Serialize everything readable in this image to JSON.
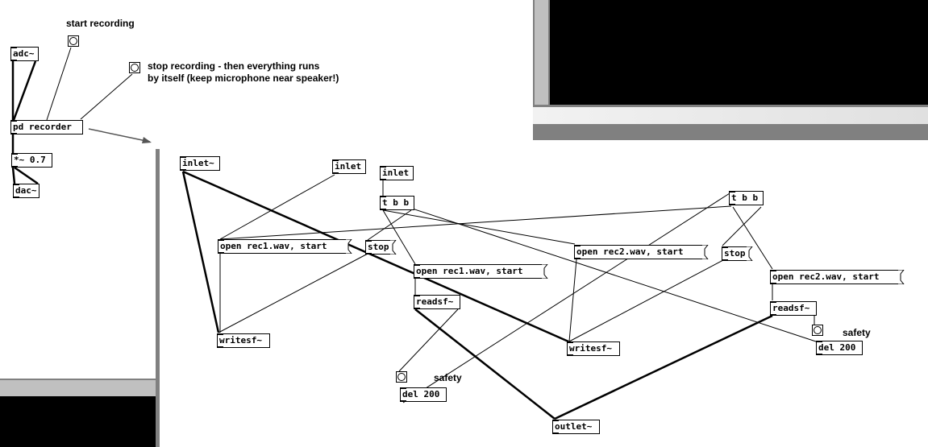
{
  "main_patch": {
    "objects": {
      "adc": "adc~",
      "pd_recorder": "pd recorder",
      "multiply": "*~ 0.7",
      "dac": "dac~"
    },
    "comments": {
      "start": "start recording",
      "stop_line1": "stop recording - then everything runs",
      "stop_line2": "by itself (keep microphone near speaker!)"
    }
  },
  "subpatch": {
    "objects": {
      "inlet_sig": "inlet~",
      "inlet1": "inlet",
      "inlet2": "inlet",
      "tbb1": "t b b",
      "tbb2": "t b b",
      "writesf1": "writesf~",
      "writesf2": "writesf~",
      "readsf1": "readsf~",
      "readsf2": "readsf~",
      "del1": "del 200",
      "del2": "del 200",
      "outlet": "outlet~"
    },
    "messages": {
      "open_rec1_write": "open rec1.wav, start",
      "stop1": "stop",
      "open_rec1_read": "open rec1.wav, start",
      "open_rec2_write": "open rec2.wav, start",
      "stop2": "stop",
      "open_rec2_read": "open rec2.wav, start"
    },
    "comments": {
      "safety1": "safety",
      "safety2": "safety"
    }
  }
}
